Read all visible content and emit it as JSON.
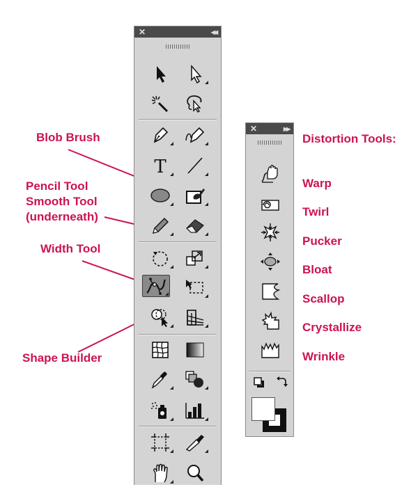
{
  "main_toolbar": {
    "close_glyph": "✕",
    "collapse_glyph": "◂◂"
  },
  "distortion_panel": {
    "close_glyph": "✕",
    "expand_glyph": "▸▸",
    "title": "Distortion Tools:",
    "tools": [
      {
        "label": "Warp",
        "icon": "warp-icon"
      },
      {
        "label": "Twirl",
        "icon": "twirl-icon"
      },
      {
        "label": "Pucker",
        "icon": "pucker-icon"
      },
      {
        "label": "Bloat",
        "icon": "bloat-icon"
      },
      {
        "label": "Scallop",
        "icon": "scallop-icon"
      },
      {
        "label": "Crystallize",
        "icon": "crystallize-icon"
      },
      {
        "label": "Wrinkle",
        "icon": "wrinkle-icon"
      }
    ]
  },
  "callouts": {
    "blob_brush": "Blob Brush",
    "pencil_line1": "Pencil Tool",
    "pencil_line2": "Smooth Tool",
    "pencil_line3": "(underneath)",
    "width_tool": "Width Tool",
    "shape_builder": "Shape Builder"
  },
  "colors": {
    "accent": "#cc1351",
    "panel_bg": "#d4d4d4",
    "titlebar_bg": "#4a4a4a"
  }
}
